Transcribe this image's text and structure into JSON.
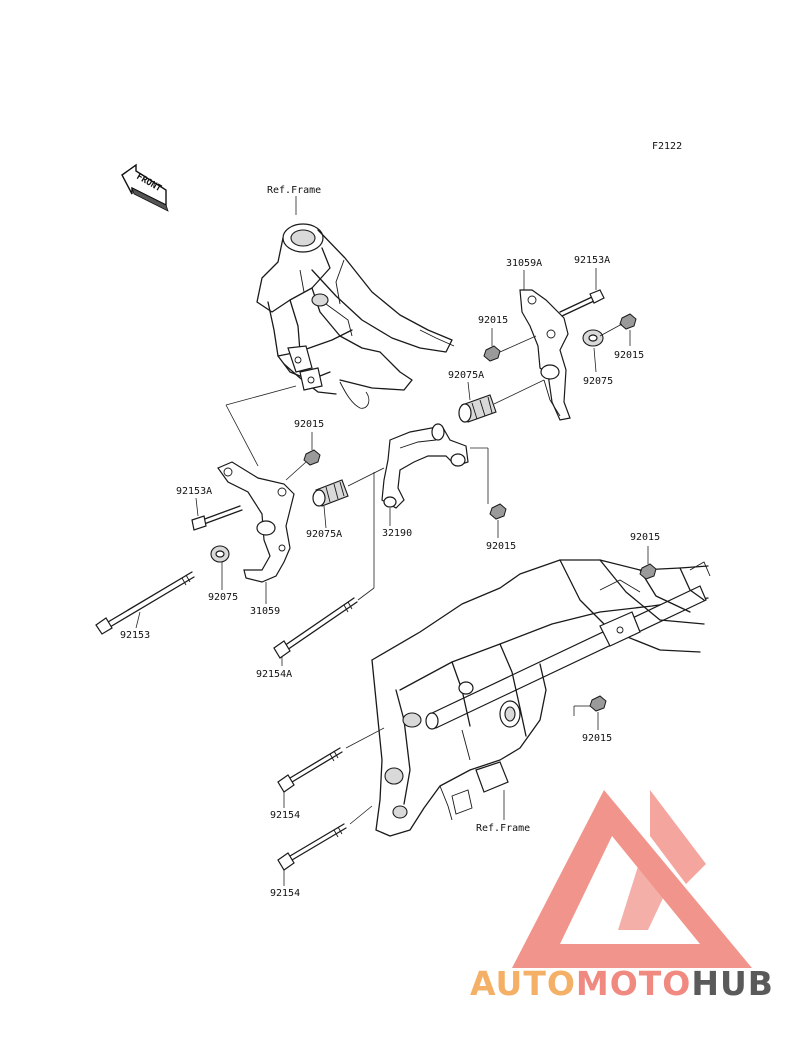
{
  "diagram_code": "F2122",
  "front_label": "FRONT",
  "ref_frame_top": "Ref.Frame",
  "ref_frame_bottom": "Ref.Frame",
  "callouts": [
    {
      "id": "31059A",
      "text": "31059A"
    },
    {
      "id": "92153A_r",
      "text": "92153A"
    },
    {
      "id": "92015_r1",
      "text": "92015"
    },
    {
      "id": "92015_r2",
      "text": "92015"
    },
    {
      "id": "92075A_r",
      "text": "92075A"
    },
    {
      "id": "92075_r",
      "text": "92075"
    },
    {
      "id": "92015_l",
      "text": "92015"
    },
    {
      "id": "92153A_l",
      "text": "92153A"
    },
    {
      "id": "92075A_l",
      "text": "92075A"
    },
    {
      "id": "32190",
      "text": "32190"
    },
    {
      "id": "92015_c",
      "text": "92015"
    },
    {
      "id": "92075_l",
      "text": "92075"
    },
    {
      "id": "31059",
      "text": "31059"
    },
    {
      "id": "92153",
      "text": "92153"
    },
    {
      "id": "92154A",
      "text": "92154A"
    },
    {
      "id": "92015_f1",
      "text": "92015"
    },
    {
      "id": "92015_f2",
      "text": "92015"
    },
    {
      "id": "92154_a",
      "text": "92154"
    },
    {
      "id": "92154_b",
      "text": "92154"
    }
  ],
  "watermark": {
    "part1": "AUTO",
    "part2": "MOTO",
    "part3": "HUB",
    "color_orange": "#f5b067",
    "color_salmon": "#f08a80",
    "color_gray": "#5a5a5a"
  }
}
